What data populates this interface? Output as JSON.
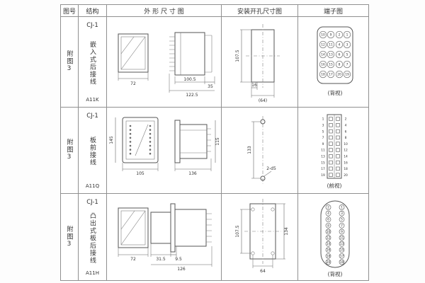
{
  "header": {
    "figure": "图号",
    "structure": "结构",
    "outline": "外 形 尺 寸 图",
    "mounting": "安装开孔尺寸图",
    "terminal": "端子图"
  },
  "rows": [
    {
      "figure_no": "附图3",
      "model": "CJ-1",
      "structure": "嵌入式后接线",
      "code": "A11K",
      "outline": {
        "front_width": "72",
        "side_len1": "100.5",
        "side_depth": "35",
        "side_len2": "122.5"
      },
      "mounting": {
        "height": "107.5",
        "offset": "16",
        "width": "(64)"
      },
      "terminal": {
        "view": "(背视)",
        "type": "grid",
        "rows": [
          [
            "10",
            "9",
            "2",
            "1"
          ],
          [
            "12",
            "11",
            "4",
            "3"
          ],
          [
            "14",
            "13",
            "6",
            "5"
          ],
          [
            "16",
            "15",
            "8",
            "7"
          ],
          [
            "18",
            "17",
            "20",
            "19"
          ]
        ]
      }
    },
    {
      "figure_no": "附图3",
      "model": "CJ-1",
      "structure": "板前接线",
      "code": "A11Q",
      "outline": {
        "front_height": "145",
        "front_width": "105",
        "side_len": "136",
        "side_height": "115"
      },
      "mounting": {
        "hole_pitch": "133",
        "hole_label": "2-d5"
      },
      "terminal": {
        "view": "(前视)",
        "type": "strip",
        "rows": [
          [
            "1",
            "2"
          ],
          [
            "3",
            "4"
          ],
          [
            "5",
            "6"
          ],
          [
            "7",
            "8"
          ],
          [
            "9",
            "10"
          ],
          [
            "11",
            "12"
          ],
          [
            "13",
            "14"
          ],
          [
            "15",
            "16"
          ],
          [
            "17",
            "18"
          ],
          [
            "19",
            "20"
          ]
        ]
      }
    },
    {
      "figure_no": "附图3",
      "model": "CJ-1",
      "structure": "凸出式板后接线",
      "code": "A11H",
      "outline": {
        "front_width": "72",
        "notch": "31.5",
        "flange": "9.5",
        "side_len": "126"
      },
      "mounting": {
        "height": "107.5",
        "overall_height": "134",
        "width": "64"
      },
      "terminal": {
        "view": "(背视)",
        "type": "oval",
        "rows": [
          [
            "2",
            "1"
          ],
          [
            "4",
            "3"
          ],
          [
            "6",
            "5"
          ],
          [
            "8",
            "7"
          ],
          [
            "10",
            "9"
          ],
          [
            "12",
            "11"
          ],
          [
            "14",
            "13"
          ],
          [
            "16",
            "15"
          ],
          [
            "18",
            "17"
          ],
          [
            "20",
            "19"
          ]
        ]
      }
    }
  ]
}
